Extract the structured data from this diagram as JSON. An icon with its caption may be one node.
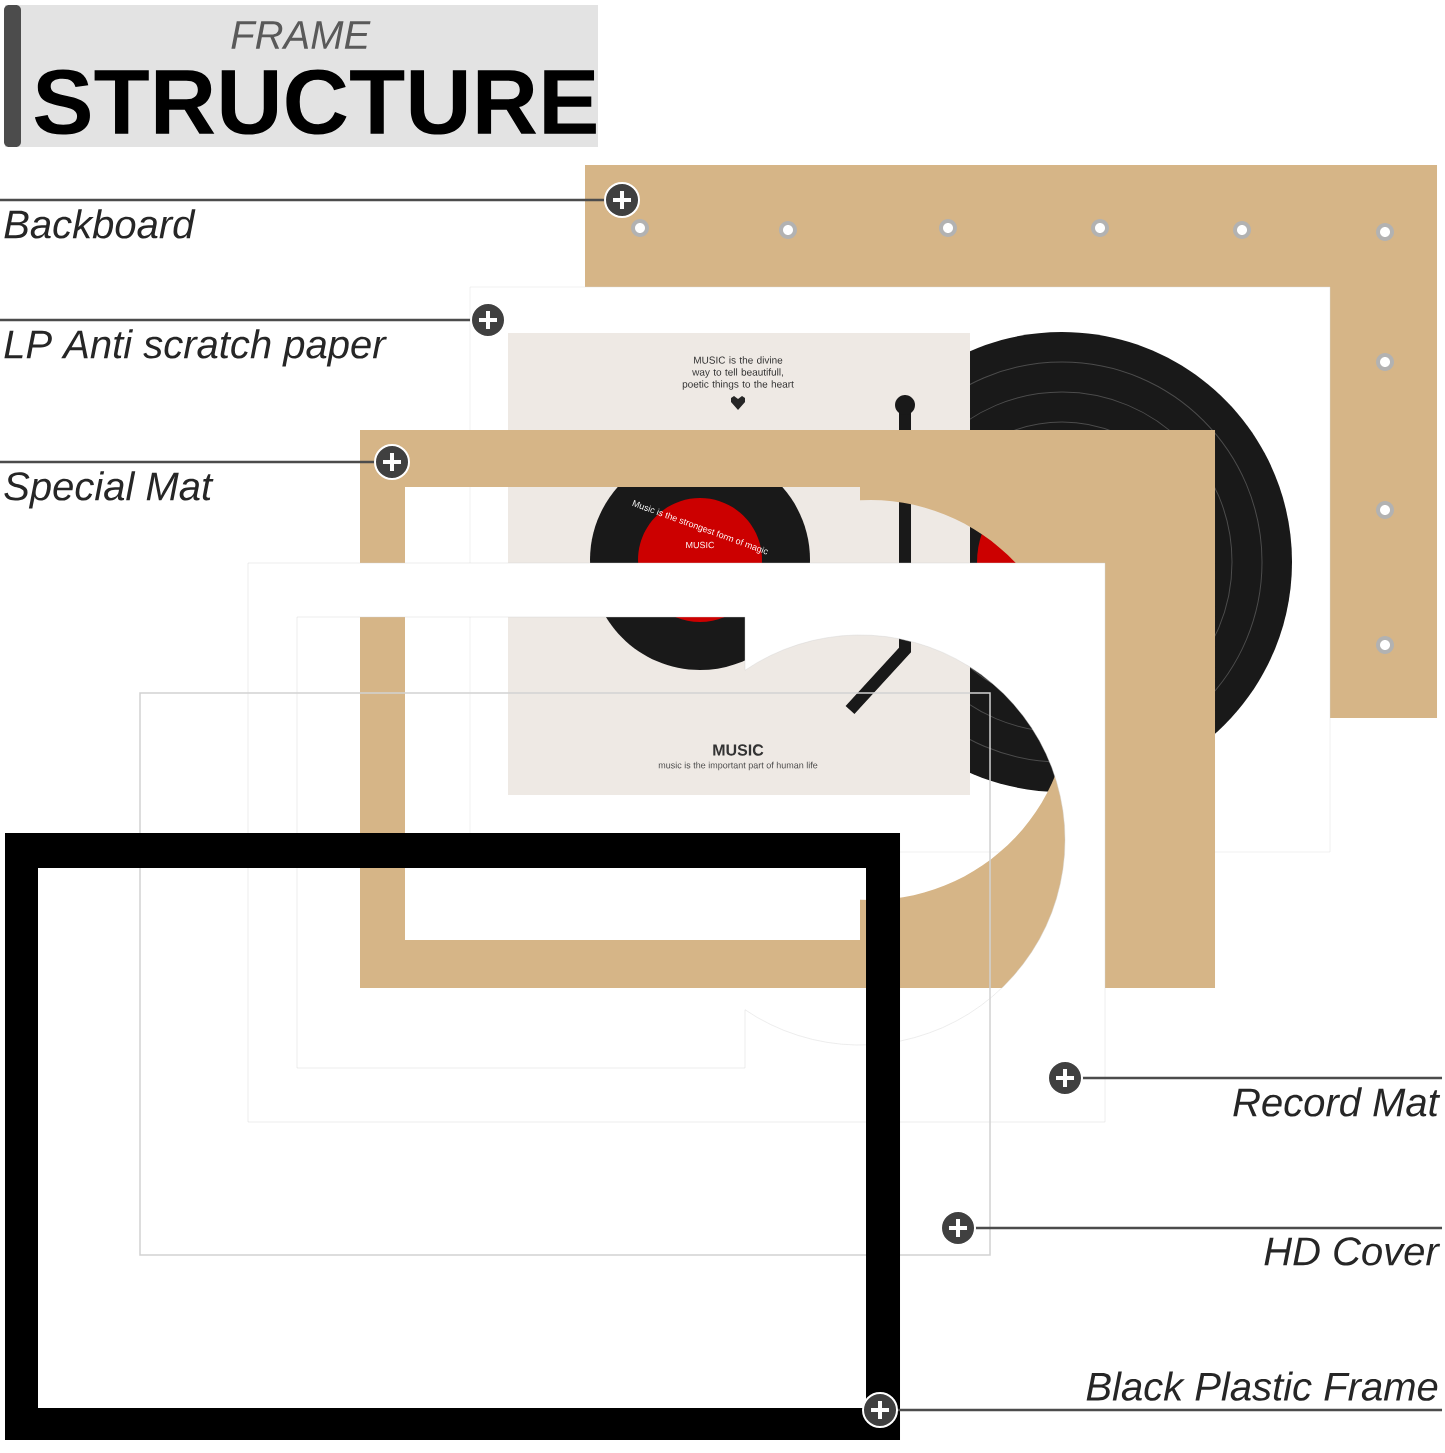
{
  "diagram": {
    "title": "STRUCTURE",
    "nodes": [
      {
        "text": [
          "Backboard"
        ]
      },
      {
        "text": [
          "LP Anti scratch paper"
        ]
      },
      {
        "text": [
          "Special Mat"
        ]
      },
      {
        "text": [
          "Record Mat"
        ]
      },
      {
        "text": [
          "HD Cover"
        ]
      },
      {
        "text": [
          "Black Plastic Frame"
        ]
      },
      {
        "text": [],
        "shape": "box"
      },
      {
        "text": [],
        "shape": "box"
      },
      {
        "text": [],
        "shape": "box"
      },
      {
        "text": [],
        "shape": "box"
      },
      {
        "text": [],
        "shape": "box"
      },
      {
        "text": [],
        "shape": "box"
      }
    ],
    "edges": [
      {
        "from": 0,
        "to": 6,
        "arrow": "other"
      },
      {
        "from": 1,
        "to": 7,
        "arrow": "other"
      },
      {
        "from": 2,
        "to": 8,
        "arrow": "other"
      },
      {
        "from": 3,
        "to": 9,
        "arrow": "other"
      },
      {
        "from": 4,
        "to": 10,
        "arrow": "other"
      },
      {
        "from": 5,
        "to": 11,
        "arrow": "other"
      }
    ],
    "labels": [
      "FRAME",
      "MUSIC is the divine way to tell beautifull, poetic things to the heart",
      "Music is the strongest form of magic",
      "MUSIC",
      "MUSIC",
      "music is the important part of human life"
    ]
  }
}
